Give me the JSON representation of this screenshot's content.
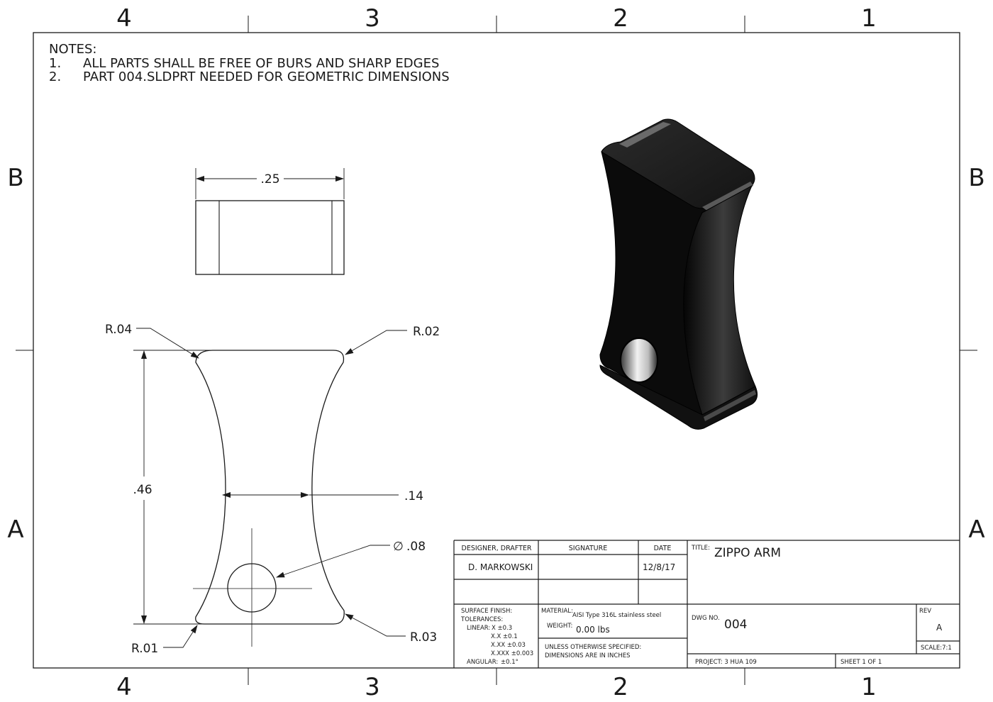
{
  "zones": {
    "top": [
      "4",
      "3",
      "2",
      "1"
    ],
    "bottom": [
      "4",
      "3",
      "2",
      "1"
    ],
    "left": [
      "B",
      "A"
    ],
    "right": [
      "B",
      "A"
    ]
  },
  "notes": {
    "heading": "NOTES:",
    "items": [
      {
        "num": "1.",
        "text": "ALL PARTS SHALL BE FREE OF BURS AND SHARP EDGES"
      },
      {
        "num": "2.",
        "text": "PART   004.SLDPRT NEEDED FOR GEOMETRIC DIMENSIONS"
      }
    ]
  },
  "dimensions": {
    "width": ".25",
    "height": ".46",
    "waist": ".14",
    "hole": ".08",
    "hole_symbol": "∅",
    "r_top_left": "R.04",
    "r_top_right": "R.02",
    "r_bottom_left": "R.01",
    "r_bottom_right": "R.03"
  },
  "title_block": {
    "designer_header": "DESIGNER, DRAFTER",
    "signature_header": "SIGNATURE",
    "date_header": "DATE",
    "designer": "D. MARKOWSKI",
    "date": "12/8/17",
    "title_label": "TITLE:",
    "title": "ZIPPO ARM",
    "surface_finish": "SURFACE FINISH:",
    "tolerances": "TOLERANCES:",
    "linear_label": "LINEAR:",
    "tol_1": "X ±0.3",
    "tol_2": "X.X ±0.1",
    "tol_3": "X.XX ±0.03",
    "tol_4": "X.XXX ±0.003",
    "angular_label": "ANGULAR:",
    "angular": "±0.1°",
    "material_label": "MATERIAL:",
    "material": "AISI Type 316L stainless steel",
    "weight_label": "WEIGHT:",
    "weight": "0.00 lbs",
    "unless_1": "UNLESS OTHERWISE SPECIFIED:",
    "unless_2": "DIMENSIONS ARE IN INCHES",
    "dwg_label": "DWG NO.",
    "dwg": "004",
    "rev_label": "REV",
    "rev": "A",
    "scale": "SCALE:7:1",
    "project": "PROJECT:  3 HUA 109",
    "sheet": "SHEET 1 OF 1"
  }
}
